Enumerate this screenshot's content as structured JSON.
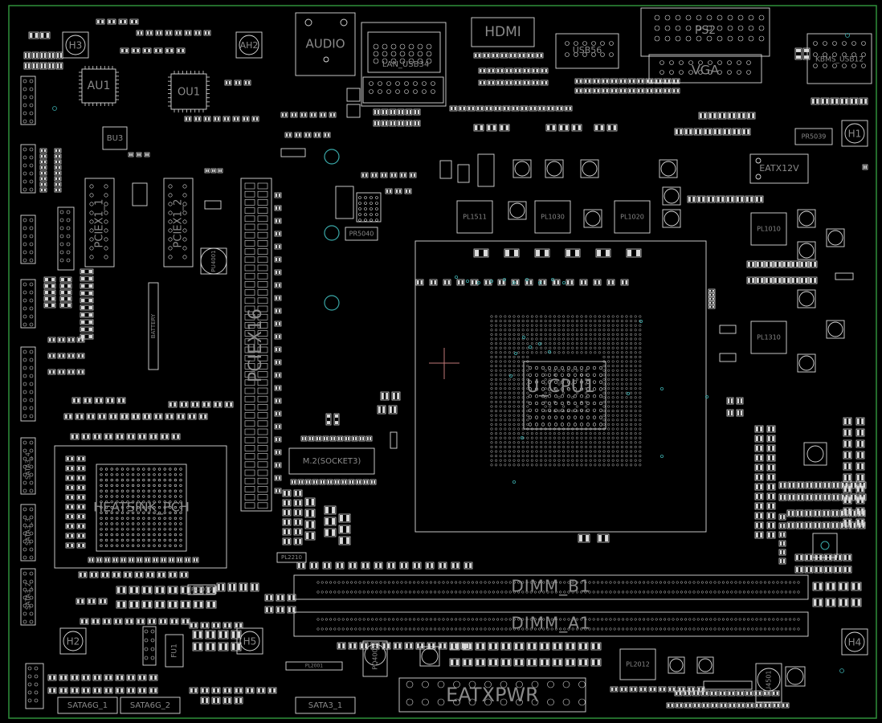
{
  "board": {
    "colors": {
      "background": "#000000",
      "board_outline": "#2f8f3a",
      "component": "#d9d9d9",
      "via": "#3aa8a8",
      "cursor": "#c07878"
    },
    "labels": {
      "audio": "AUDIO",
      "hdmi": "HDMI",
      "lan": "LAN_USB34",
      "usb56": "USB56",
      "vga": "VGA",
      "ps2": "PS2",
      "kbms_usb12": "KBMS_USB12",
      "au1": "AU1",
      "ou1": "OU1",
      "bu3": "BU3",
      "h3": "H3",
      "ah2": "AH2",
      "h1": "H1",
      "h2": "H2",
      "h5": "H5",
      "h4": "H4",
      "pciex1_1": "PCIEX1_1",
      "pciex1_2": "PCIEX1_2",
      "pciex16": "PCIEX16",
      "battery": "BATTERY",
      "pu4001": "PU4001",
      "pl1511": "PL1511",
      "pl1030": "PL1030",
      "pl1020": "PL1020",
      "pl1010": "PL1010",
      "pl1310": "PL1310",
      "eatx12v": "EATX12V",
      "pr5039": "PR5039",
      "pr5040": "PR5040",
      "cpu_socket": "U_CPU1",
      "m2": "M.2(SOCKET3)",
      "heatsink_pch": "HEATSINK_PCH",
      "dimm_b1": "DIMM_B1",
      "dimm_a1": "DIMM_A1",
      "eatxpwr": "EATXPWR",
      "sata3_4": "SATA3_4",
      "sata3_3": "SATA3_3",
      "sata3_2": "SATA3_2",
      "sata3_1": "SATA3_1",
      "sata6g_2": "SATA6G_2",
      "sata6g_1": "SATA6G_1",
      "f_u1": "FU1",
      "pl2210": "PL2210",
      "pl3010": "PL3010",
      "pl2012": "PL2012",
      "pl2001": "PL2001",
      "pq4002": "PQ4002",
      "pu4501": "PU4501"
    }
  }
}
